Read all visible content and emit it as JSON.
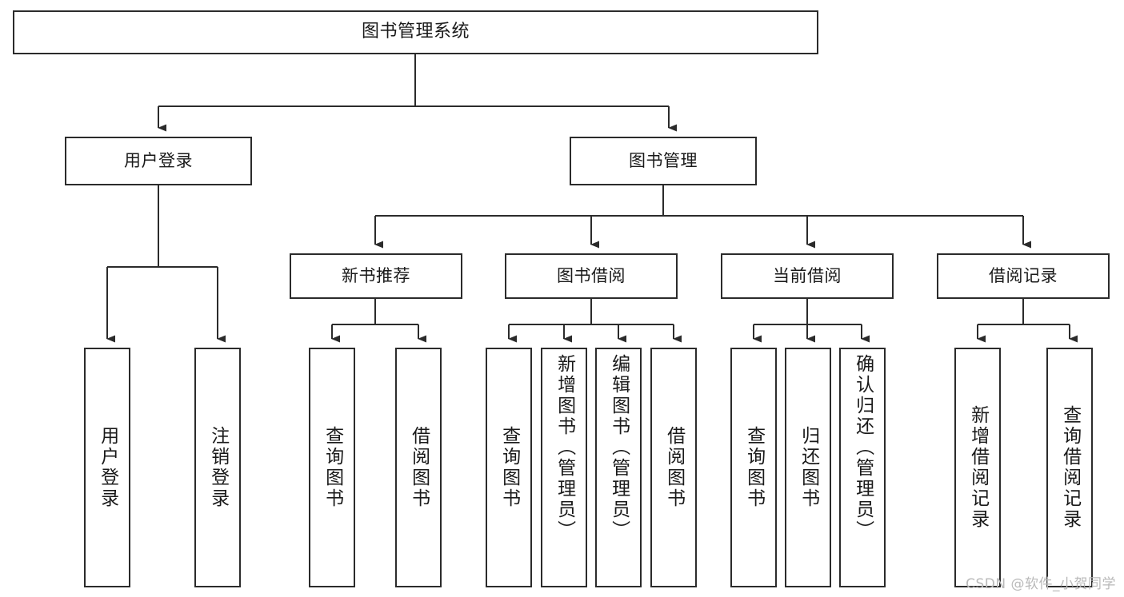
{
  "diagram": {
    "type": "tree-hierarchy",
    "title": "图书管理系统",
    "orientation": "top-down",
    "colors": {
      "node_border": "#2b2b2b",
      "node_fill": "#ffffff",
      "edge": "#2b2b2b",
      "text": "#1a1a1a",
      "watermark": "#b9b9b9",
      "background": "#ffffff"
    },
    "nodes": {
      "root": {
        "label": "图书管理系统"
      },
      "level2": [
        {
          "id": "user-login",
          "label": "用户登录"
        },
        {
          "id": "book-manage",
          "label": "图书管理"
        }
      ],
      "level3": [
        {
          "id": "new-book-rec",
          "label": "新书推荐"
        },
        {
          "id": "book-borrow",
          "label": "图书借阅"
        },
        {
          "id": "current-borrow",
          "label": "当前借阅"
        },
        {
          "id": "borrow-record",
          "label": "借阅记录"
        }
      ],
      "leaves": {
        "user-login": [
          {
            "id": "leaf-user-login",
            "label": "用户登录"
          },
          {
            "id": "leaf-user-logout",
            "label": "注销登录"
          }
        ],
        "new-book-rec": [
          {
            "id": "leaf-query-book-1",
            "label": "查询图书"
          },
          {
            "id": "leaf-borrow-book-1",
            "label": "借阅图书"
          }
        ],
        "book-borrow": [
          {
            "id": "leaf-query-book-2",
            "label": "查询图书"
          },
          {
            "id": "leaf-add-book",
            "label": "新增图书（管理员）"
          },
          {
            "id": "leaf-edit-book",
            "label": "编辑图书（管理员）"
          },
          {
            "id": "leaf-borrow-book-2",
            "label": "借阅图书"
          }
        ],
        "current-borrow": [
          {
            "id": "leaf-query-book-3",
            "label": "查询图书"
          },
          {
            "id": "leaf-return-book",
            "label": "归还图书"
          },
          {
            "id": "leaf-confirm-return",
            "label": "确认归还（管理员）"
          }
        ],
        "borrow-record": [
          {
            "id": "leaf-add-record",
            "label": "新增借阅记录"
          },
          {
            "id": "leaf-query-record",
            "label": "查询借阅记录"
          }
        ]
      }
    }
  },
  "watermark": {
    "text": "CSDN @软件_小贺同学"
  }
}
